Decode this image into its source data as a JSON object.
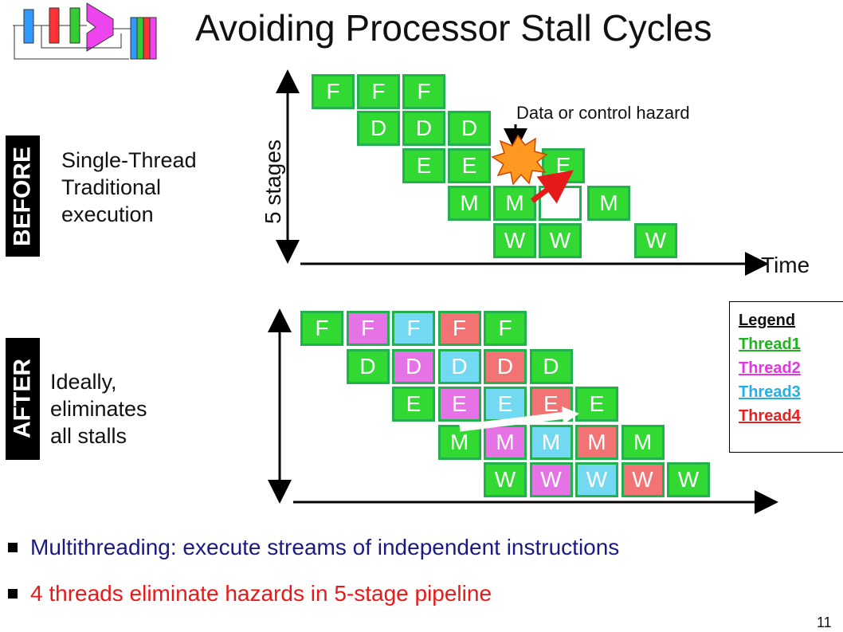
{
  "slide": {
    "title": "Avoiding Processor Stall Cycles",
    "page_number": "11"
  },
  "before": {
    "tag": "BEFORE",
    "desc": [
      "Single-Thread",
      "Traditional",
      "execution"
    ],
    "axis_label": "5 stages",
    "time_label": "Time",
    "hazard_label": "Data or control hazard",
    "cells": [
      {
        "t": "F",
        "c": "green"
      },
      {
        "t": "F",
        "c": "green"
      },
      {
        "t": "F",
        "c": "green"
      },
      {
        "t": "D",
        "c": "green"
      },
      {
        "t": "D",
        "c": "green"
      },
      {
        "t": "D",
        "c": "green"
      },
      {
        "t": "E",
        "c": "green"
      },
      {
        "t": "E",
        "c": "green"
      },
      {
        "t": "E",
        "c": "green"
      },
      {
        "t": "M",
        "c": "green"
      },
      {
        "t": "M",
        "c": "green"
      },
      {
        "t": "",
        "c": "white"
      },
      {
        "t": "M",
        "c": "green"
      },
      {
        "t": "W",
        "c": "green"
      },
      {
        "t": "W",
        "c": "green"
      },
      {
        "t": "W",
        "c": "green"
      }
    ]
  },
  "after": {
    "tag": "AFTER",
    "desc": [
      "Ideally,",
      "eliminates",
      "all stalls"
    ],
    "rows": [
      [
        "F",
        "F",
        "F",
        "F",
        "F"
      ],
      [
        "D",
        "D",
        "D",
        "D",
        "D"
      ],
      [
        "E",
        "E",
        "E",
        "E",
        "E"
      ],
      [
        "M",
        "M",
        "M",
        "M",
        "M"
      ],
      [
        "W",
        "W",
        "W",
        "W",
        "W"
      ]
    ],
    "thread_order": [
      "green",
      "magenta",
      "cyan",
      "red",
      "green"
    ]
  },
  "legend": {
    "title": "Legend",
    "items": [
      {
        "label": "Thread1",
        "color": "#1fb41f"
      },
      {
        "label": "Thread2",
        "color": "#e633e6"
      },
      {
        "label": "Thread3",
        "color": "#22b0e6"
      },
      {
        "label": "Thread4",
        "color": "#e62020"
      }
    ]
  },
  "bullets": [
    {
      "text": "Multithreading: execute streams of independent instructions",
      "color": "#1a1a80"
    },
    {
      "text": "4 threads eliminate hazards in 5-stage pipeline",
      "color": "#e61a1a"
    }
  ],
  "colors": {
    "green": "#33d933",
    "magenta": "#e673e6",
    "cyan": "#73d9f2",
    "red": "#f27373",
    "white": "#ffffff",
    "cell_border": "#22b14c"
  }
}
